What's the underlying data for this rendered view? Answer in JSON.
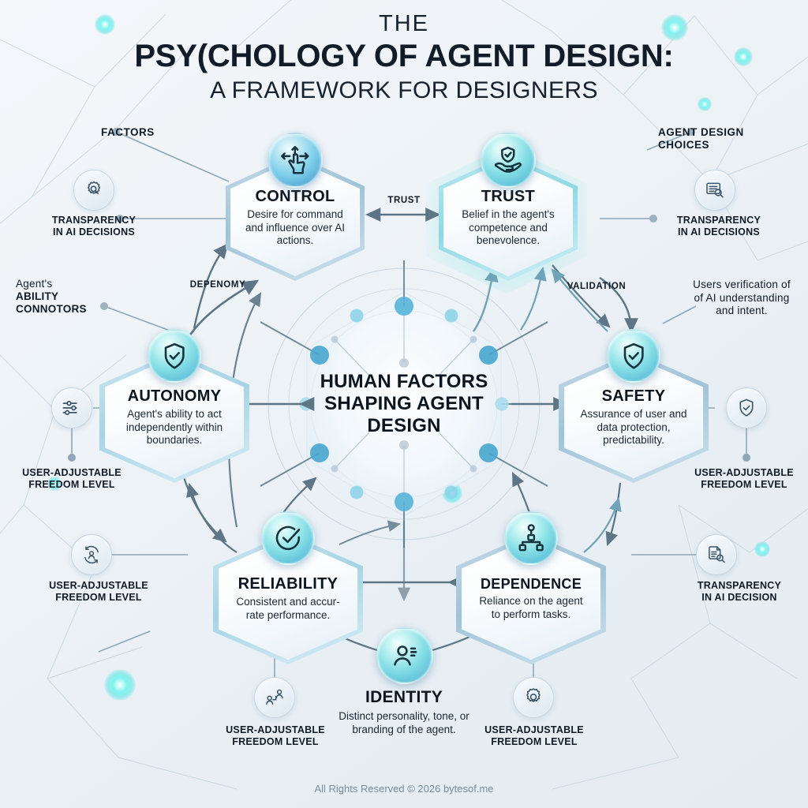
{
  "title": {
    "line1": "THE",
    "line2": "PSY(CHOLOGY OF AGENT DESIGN:",
    "line3": "A FRAMEWORK FOR DESIGNERS"
  },
  "hub": {
    "text": "HUMAN FACTORS SHAPING AGENT DESIGN"
  },
  "nodes": [
    {
      "id": "control",
      "title": "CONTROL",
      "desc": "Desire for command and influence over AI actions.",
      "icon": "hand-pointer-arrows-icon"
    },
    {
      "id": "trust",
      "title": "TRUST",
      "desc": "Belief in the agent's competence and benevolence.",
      "icon": "hand-holding-shield-check-icon"
    },
    {
      "id": "autonomy",
      "title": "AUTONOMY",
      "desc": "Agent's ability to act independently within boundaries.",
      "icon": "shield-check-icon"
    },
    {
      "id": "safety",
      "title": "SAFETY",
      "desc": "Assurance of user and data protection, predictability.",
      "icon": "shield-check-icon"
    },
    {
      "id": "reliability",
      "title": "RELIABILITY",
      "desc": "Consistent and accur-rate performance.",
      "icon": "circle-check-icon"
    },
    {
      "id": "dependence",
      "title": "DEPENDENCE",
      "desc": "Reliance on the agent to perform tasks.",
      "icon": "org-network-icon"
    },
    {
      "id": "identity",
      "title": "IDENTITY",
      "desc": "Distinct personality, tone, or branding of the agent.",
      "icon": "user-profile-icon"
    }
  ],
  "section_labels": {
    "left": "FACTORS",
    "right_line1": "AGENT DESIGN",
    "right_line2": "CHOICES"
  },
  "edge_labels": {
    "trust": "TRUST",
    "dependency": "DEPENOMY",
    "validation": "VALIDATION"
  },
  "chips": [
    {
      "id": "left-transparency",
      "icon": "gear-magnifier-icon",
      "line1": "TRANSPARENCY",
      "line2": "IN AI DECISIONS"
    },
    {
      "id": "left-sliders",
      "icon": "sliders-icon",
      "line1": "USER-ADJUSTABLE",
      "line2": "FREEDOM LEVEL"
    },
    {
      "id": "left-cycle",
      "icon": "refresh-person-icon",
      "line1": "USER-ADJUSTABLE",
      "line2": "FREEDOM LEVEL"
    },
    {
      "id": "bottom-people",
      "icon": "people-transfer-icon",
      "line1": "USER-ADJUSTABLE",
      "line2": "FREEDOM LEVEL"
    },
    {
      "id": "bottom-gear",
      "icon": "gear-icon",
      "line1": "USER-ADJUSTABLE",
      "line2": "FREEDOM LEVEL"
    },
    {
      "id": "right-transparency",
      "icon": "document-magnifier-icon",
      "line1": "TRANSPARENCY",
      "line2": "IN AI DECISIONS"
    },
    {
      "id": "right-shield",
      "icon": "shield-check-outline-icon",
      "line1": "USER-ADJUSTABLE",
      "line2": "FREEDOM LEVEL"
    },
    {
      "id": "right-doc",
      "icon": "file-magnifier-icon",
      "line1": "TRANSPARENCY",
      "line2": "IN AI DECISION"
    }
  ],
  "annotations": {
    "left_ability": {
      "line1": "Agent's",
      "line2": "ABILITY",
      "line3": "CONNOTORS"
    },
    "right_verification": {
      "line1": "Users verification of",
      "line2": "of AI understanding",
      "line3": "and intent."
    }
  },
  "footer": "All Rights Reserved © 2026 bytesof.me",
  "colors": {
    "accent": "#56c2e0",
    "glow": "#7ff4ef",
    "ink": "#0d151f",
    "wire": "#5b7384",
    "wire_light": "#b9c9d6",
    "dot": "#5ab4d8"
  }
}
